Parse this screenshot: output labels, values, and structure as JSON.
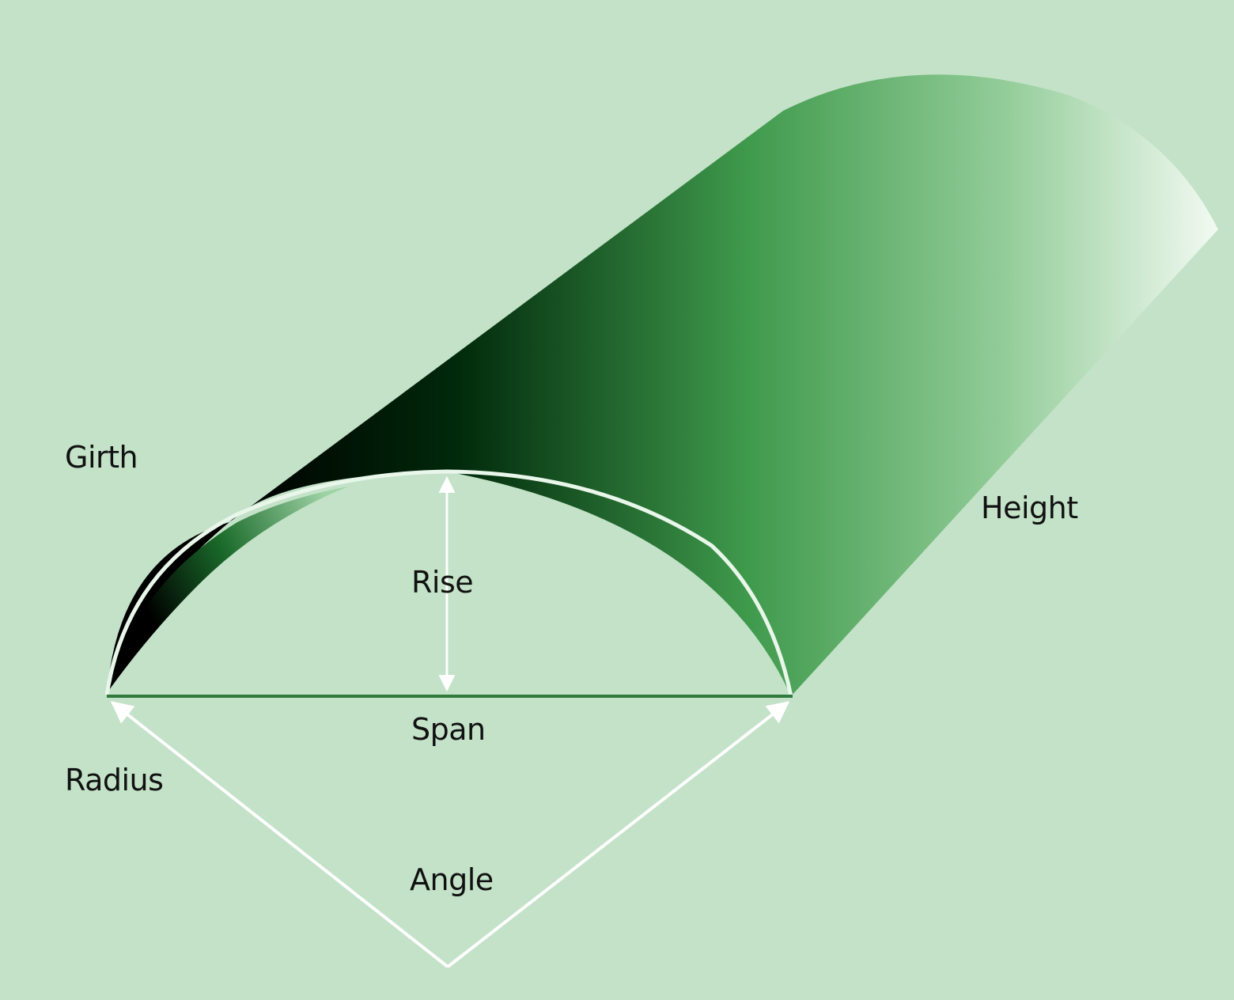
{
  "labels": {
    "girth": "Girth",
    "height": "Height",
    "rise": "Rise",
    "span": "Span",
    "radius": "Radius",
    "angle": "Angle"
  },
  "colors": {
    "background": "#c3e2c8",
    "surface_dark": "#00280a",
    "surface_mid": "#3f9a4c",
    "surface_light": "#f2faf2",
    "dimension_line": "#ffffff",
    "span_line": "#2f7a3c"
  }
}
